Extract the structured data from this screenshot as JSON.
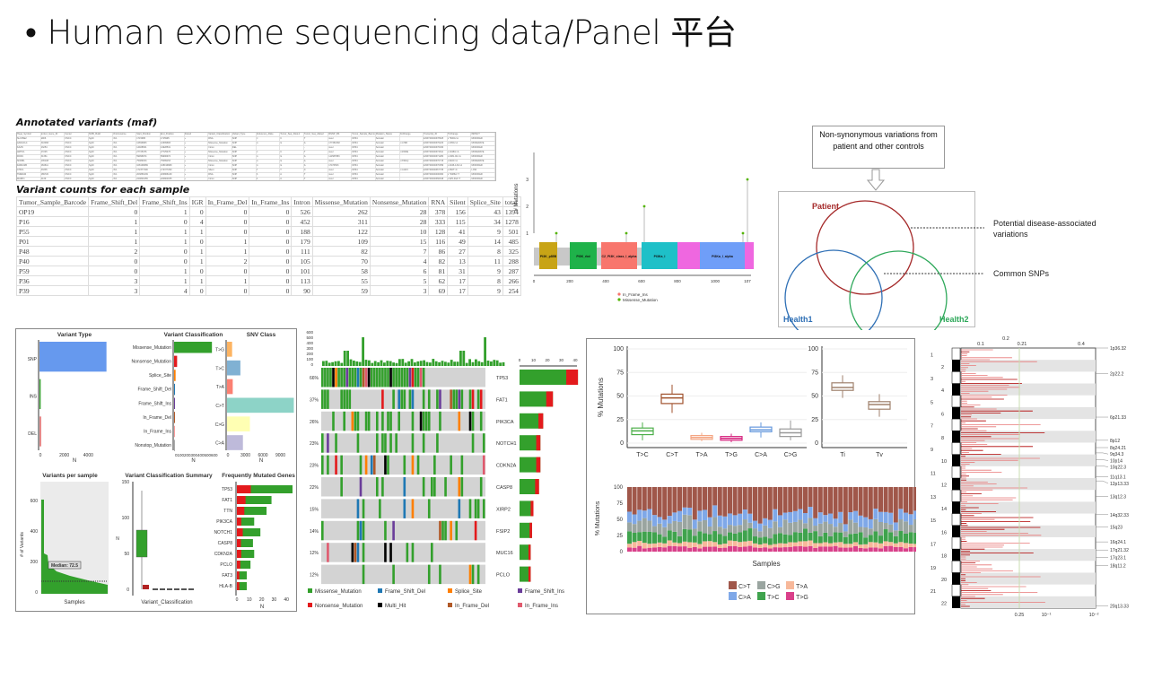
{
  "slide_title": {
    "bullet": "•",
    "text": "Human exome sequencing data/Panel 平台"
  },
  "maf": {
    "title": "Annotated variants (maf)",
    "headers": [
      "Hugo_Symbol",
      "Entrez_Gene_ID",
      "Center",
      "NCBI_Build",
      "Chromosome",
      "Start_Position",
      "End_Position",
      "Strand",
      "Variant_Classification",
      "Variant_Type",
      "Reference_Allele",
      "Tumor_Seq_Allele1",
      "Tumor_Seq_Allele2",
      "dbSNP_RS",
      "Tumor_Sample_Barcode",
      "Mutation_Status",
      "AAChange",
      "Transcript_ID",
      "TxChange",
      "IMPACT"
    ],
    "rows": [
      [
        "SLC35E2",
        "9906",
        "OSCC",
        "hg19",
        "chr1",
        "1715995",
        "1715995",
        "+",
        "RNA",
        "SNP",
        "C",
        "C",
        "T",
        "novel",
        "OP64",
        "Somatic",
        "",
        "ENST00000378625",
        "c.*906G>A",
        "MODIFIER"
      ],
      [
        "AADACL4",
        "343066",
        "OSCC",
        "hg19",
        "chr1",
        "12699683",
        "12699683",
        "+",
        "Missense_Mutation",
        "SNP",
        "G",
        "G",
        "A",
        "rs77451892",
        "OP64",
        "Somatic",
        "p.G79R",
        "ENST00000376223",
        "c.235G>A",
        "MODERATE"
      ],
      [
        "KAZN",
        "23254",
        "OSCC",
        "hg19",
        "chr1",
        "14928531",
        "14928531",
        "+",
        "Intron",
        "DEL",
        "",
        "",
        "-",
        "novel",
        "OP64",
        "Somatic",
        "",
        "ENST00000376030",
        "",
        "MODIFIER"
      ],
      [
        "ARHC1",
        "27245",
        "OSCC",
        "hg19",
        "chr1",
        "27725476",
        "27725476",
        "+",
        "Missense_Mutation",
        "SNP",
        "C",
        "C",
        "T",
        "novel",
        "OP64",
        "Somatic",
        "p.R340E",
        "ENST00000374611",
        "c.1048G>A",
        "MODERATE"
      ],
      [
        "ROR1",
        "51361",
        "OSCC",
        "hg19",
        "chr1",
        "59996974",
        "59996974",
        "+",
        "Intron",
        "SNP",
        "G",
        "G",
        "A",
        "rs11587883",
        "OP64",
        "Somatic",
        "",
        "ENST00000371280",
        "c.2381-9G>A",
        "MODIFIER"
      ],
      [
        "SNOB1",
        "235108",
        "OSCC",
        "hg19",
        "chr1",
        "75089153",
        "75089153",
        "+",
        "Missense_Mutation",
        "SNP",
        "G",
        "G",
        "A",
        "novel",
        "OP64",
        "Somatic",
        "p.P301Q",
        "ENST00000370715",
        "c.902C>A",
        "MODERATE"
      ],
      [
        "FAM102B",
        "284611",
        "OSCC",
        "hg19",
        "chr1",
        "108199689",
        "108199689",
        "+",
        "Intron",
        "SNP",
        "G",
        "G",
        "A",
        "rs7470563",
        "OP64",
        "Somatic",
        "",
        "ENST00000370059",
        "c.2046-13G>A",
        "MODIFIER"
      ],
      [
        "CHIC1",
        "53335",
        "OSCC",
        "hg19",
        "chr1",
        "172377290",
        "172377290",
        "+",
        "Silent",
        "SNP",
        "T",
        "T",
        "C",
        "novel",
        "OP64",
        "Somatic",
        "p.G120=",
        "ENST00000367735",
        "c.360T>C",
        "LOW"
      ],
      [
        "TMEM40",
        "289720",
        "OSCC",
        "hg19",
        "chr1",
        "203866139",
        "203866139",
        "+",
        "RNA",
        "SNP",
        "A",
        "A",
        "T",
        "novel",
        "OP64",
        "Somatic",
        "",
        "ENST00000406060",
        "c.*2086A>T",
        "MODIFIER"
      ],
      [
        "MARK1",
        "4139",
        "OSCC",
        "hg19",
        "chr1",
        "220800155",
        "220800155",
        "+",
        "Intron",
        "SNP",
        "A",
        "A",
        "T",
        "novel",
        "OP64",
        "Somatic",
        "",
        "ENST00000366918",
        "c.925-30A>T",
        "MODIFIER"
      ]
    ]
  },
  "variant_counts": {
    "title": "Variant counts for each sample",
    "headers": [
      "Tumor_Sample_Barcode",
      "Frame_Shift_Del",
      "Frame_Shift_Ins",
      "IGR",
      "In_Frame_Del",
      "In_Frame_Ins",
      "Intron",
      "Missense_Mutation",
      "Nonsense_Mutation",
      "RNA",
      "Silent",
      "Splice_Site",
      "total"
    ],
    "rows": [
      [
        "OP19",
        "0",
        "1",
        "0",
        "0",
        "0",
        "526",
        "262",
        "28",
        "378",
        "156",
        "43",
        "1394"
      ],
      [
        "P16",
        "1",
        "0",
        "4",
        "0",
        "0",
        "452",
        "311",
        "28",
        "333",
        "115",
        "34",
        "1278"
      ],
      [
        "P55",
        "1",
        "1",
        "1",
        "0",
        "0",
        "188",
        "122",
        "10",
        "128",
        "41",
        "9",
        "501"
      ],
      [
        "P01",
        "1",
        "1",
        "0",
        "1",
        "0",
        "179",
        "109",
        "15",
        "116",
        "49",
        "14",
        "485"
      ],
      [
        "P48",
        "2",
        "0",
        "1",
        "1",
        "0",
        "111",
        "82",
        "7",
        "86",
        "27",
        "8",
        "325"
      ],
      [
        "P40",
        "0",
        "0",
        "1",
        "2",
        "0",
        "105",
        "70",
        "4",
        "82",
        "13",
        "11",
        "288"
      ],
      [
        "P59",
        "0",
        "1",
        "0",
        "0",
        "0",
        "101",
        "58",
        "6",
        "81",
        "31",
        "9",
        "287"
      ],
      [
        "P36",
        "3",
        "1",
        "1",
        "1",
        "0",
        "113",
        "55",
        "5",
        "62",
        "17",
        "8",
        "266"
      ],
      [
        "P39",
        "3",
        "4",
        "0",
        "0",
        "0",
        "90",
        "59",
        "3",
        "69",
        "17",
        "9",
        "254"
      ]
    ]
  },
  "lollipop": {
    "ylabel": "# Mutations",
    "yticks": [
      "1",
      "2",
      "3"
    ],
    "xticks": [
      "0",
      "200",
      "400",
      "600",
      "800",
      "1000",
      "107"
    ],
    "domains": [
      {
        "label": "PI3K_p85B",
        "color": "#c8a416"
      },
      {
        "label": "PI3K_rbd",
        "color": "#1fb24a"
      },
      {
        "label": "C2_PI3K_class_I_alpha",
        "color": "#f8766d"
      },
      {
        "label": "PI3Ka_I",
        "color": "#1ec0c8"
      },
      {
        "label": "",
        "color": "#ef67e0"
      },
      {
        "label": "PI3Ka_I_alpha",
        "color": "#6f9ef8"
      },
      {
        "label": "",
        "color": "#ef67e0"
      }
    ],
    "legend": [
      {
        "label": "In_Frame_Ins",
        "color": "#f8766d"
      },
      {
        "label": "Missense_Mutation",
        "color": "#53b400"
      }
    ]
  },
  "venn": {
    "top_box": "Non-synonymous variations from patient and other controls",
    "sets": [
      {
        "label": "Patient",
        "color": "#b22222"
      },
      {
        "label": "Health1",
        "color": "#2e6fb5"
      },
      {
        "label": "Health2",
        "color": "#2ea85a"
      }
    ],
    "notes": [
      "Potential disease-associated variations",
      "Common SNPs"
    ]
  },
  "summary": {
    "variant_type": {
      "title": "Variant Type",
      "categories": [
        "SNP",
        "INS",
        "DEL"
      ],
      "values": [
        5600,
        100,
        150
      ],
      "colors": [
        "#6699ee",
        "#33a02c",
        "#e78a8a"
      ],
      "xticks": [
        "0",
        "2000",
        "4000"
      ],
      "xlabel": "N"
    },
    "variant_classification": {
      "title": "Variant Classification",
      "categories": [
        "Missense_Mutation",
        "Nonsense_Mutation",
        "Splice_Site",
        "Frame_Shift_Del",
        "Frame_Shift_Ins",
        "In_Frame_Del",
        "In_Frame_Ins",
        "Nonstop_Mutation"
      ],
      "values": [
        1500,
        120,
        60,
        25,
        20,
        10,
        5,
        1
      ],
      "colors": [
        "#33a02c",
        "#e31a1c",
        "#ff7f00",
        "#1f78b4",
        "#6a3d9a",
        "#b15928",
        "#fb9a99",
        "#aaaaaa"
      ],
      "xticks": "0100200300400500600",
      "xlabel": "N"
    },
    "snv_class": {
      "title": "SNV Class",
      "categories": [
        "T>G",
        "T>C",
        "T>A",
        "C>T",
        "C>G",
        "C>A"
      ],
      "values": [
        800,
        2100,
        900,
        10500,
        3600,
        2500
      ],
      "colors": [
        "#fdb462",
        "#80b1d3",
        "#fb8072",
        "#8dd3c7",
        "#ffffb3",
        "#bebada"
      ],
      "xticks": [
        "0",
        "3000",
        "6000",
        "9000"
      ],
      "xlabel": "N"
    },
    "variants_per_sample": {
      "title": "Variants per sample",
      "ylabel": "# of Variants",
      "xlabel": "Samples",
      "yticks": [
        "0",
        "200",
        "400",
        "600"
      ],
      "median_label": "Median: 72.5"
    },
    "vc_summary": {
      "title": "Variant Classification Summary",
      "ylabel": "N",
      "xlabel": "Variant_Classification",
      "yticks": [
        "0",
        "50",
        "100",
        "150"
      ]
    },
    "frequent_genes": {
      "title": "Frequently Mutated Genes",
      "genes": [
        "TP53",
        "FAT1",
        "TTN",
        "PIK3CA",
        "NOTCH1",
        "CASP8",
        "CDKN2A",
        "PCLO",
        "FAT3",
        "HLA-B"
      ],
      "values": [
        45,
        28,
        24,
        14,
        19,
        13,
        14,
        11,
        8,
        8
      ],
      "xticks": [
        "0",
        "10",
        "20",
        "30",
        "40"
      ],
      "xlabel": "N"
    }
  },
  "oncoplot": {
    "top_yticks": [
      "0",
      "100",
      "200",
      "300",
      "400",
      "500",
      "600"
    ],
    "genes": [
      "TP53",
      "FAT1",
      "PIK3CA",
      "NOTCH1",
      "CDKN2A",
      "CASP8",
      "XIRP2",
      "FSIP2",
      "MUC16",
      "PCLO"
    ],
    "percents": [
      "66%",
      "37%",
      "26%",
      "23%",
      "23%",
      "22%",
      "15%",
      "14%",
      "12%",
      "12%"
    ],
    "counts": [
      42,
      24,
      17,
      15,
      15,
      14,
      10,
      9,
      8,
      8
    ],
    "right_xticks": [
      "0",
      "10",
      "20",
      "30",
      "40"
    ],
    "legend": [
      {
        "label": "Missense_Mutation",
        "color": "#33a02c"
      },
      {
        "label": "Frame_Shift_Del",
        "color": "#1f78b4"
      },
      {
        "label": "Splice_Site",
        "color": "#ff7f00"
      },
      {
        "label": "Frame_Shift_Ins",
        "color": "#6a3d9a"
      },
      {
        "label": "Nonsense_Mutation",
        "color": "#e31a1c"
      },
      {
        "label": "Multi_Hit",
        "color": "#000000"
      },
      {
        "label": "In_Frame_Del",
        "color": "#b15928"
      },
      {
        "label": "In_Frame_Ins",
        "color": "#e05a6e"
      }
    ]
  },
  "titv": {
    "ylabel": "% Mutations",
    "yticks": [
      "0",
      "25",
      "50",
      "75",
      "100"
    ],
    "boxes": [
      {
        "label": "T>C",
        "median": 13,
        "q1": 9,
        "q3": 16,
        "min": 3,
        "max": 22,
        "color": "#4daf4a"
      },
      {
        "label": "C>T",
        "median": 48,
        "q1": 42,
        "q3": 52,
        "min": 32,
        "max": 62,
        "color": "#a0522d"
      },
      {
        "label": "T>A",
        "median": 6,
        "q1": 4,
        "q3": 8,
        "min": 2,
        "max": 11,
        "color": "#f4a582"
      },
      {
        "label": "T>G",
        "median": 5,
        "q1": 3,
        "q3": 7,
        "min": 1,
        "max": 10,
        "color": "#d6257f"
      },
      {
        "label": "C>A",
        "median": 14,
        "q1": 12,
        "q3": 17,
        "min": 6,
        "max": 22,
        "color": "#6699dd"
      },
      {
        "label": "C>G",
        "median": 11,
        "q1": 7,
        "q3": 15,
        "min": 3,
        "max": 24,
        "color": "#999999"
      }
    ],
    "titv_boxes": [
      {
        "label": "Ti",
        "median": 59,
        "q1": 56,
        "q3": 64,
        "min": 48,
        "max": 72,
        "color": "#a0826d"
      },
      {
        "label": "Tv",
        "median": 41,
        "q1": 36,
        "q3": 44,
        "min": 28,
        "max": 52,
        "color": "#a0826d"
      }
    ],
    "stacked_xlabel": "Samples",
    "legend": [
      {
        "label": "C>T",
        "color": "#a0574a"
      },
      {
        "label": "C>G",
        "color": "#9aa5a0"
      },
      {
        "label": "T>A",
        "color": "#f7b89a"
      },
      {
        "label": "C>A",
        "color": "#7fa8e8"
      },
      {
        "label": "T>C",
        "color": "#3fa34d"
      },
      {
        "label": "T>G",
        "color": "#d9408a"
      }
    ]
  },
  "cnv": {
    "top_ticks": [
      "0.1",
      "0.2",
      "0.21",
      "0.4"
    ],
    "bottom_ticks": [
      "0.25",
      "10⁻¹",
      "10⁻²"
    ],
    "chromosomes": [
      "1",
      "2",
      "3",
      "4",
      "5",
      "6",
      "7",
      "8",
      "9",
      "10",
      "11",
      "12",
      "13",
      "14",
      "15",
      "16",
      "17",
      "18",
      "19",
      "20",
      "21",
      "22"
    ],
    "cytobands": [
      "1p36.32",
      "2p22.2",
      "6p21.33",
      "8p12",
      "8q24.21",
      "9q34.3",
      "10p14",
      "10q22.3",
      "11q13.1",
      "12p13.33",
      "13q12.3",
      "14q32.33",
      "15q23",
      "16q24.1",
      "17q21.32",
      "17q23.1",
      "18q11.2",
      "20q13.33"
    ]
  }
}
